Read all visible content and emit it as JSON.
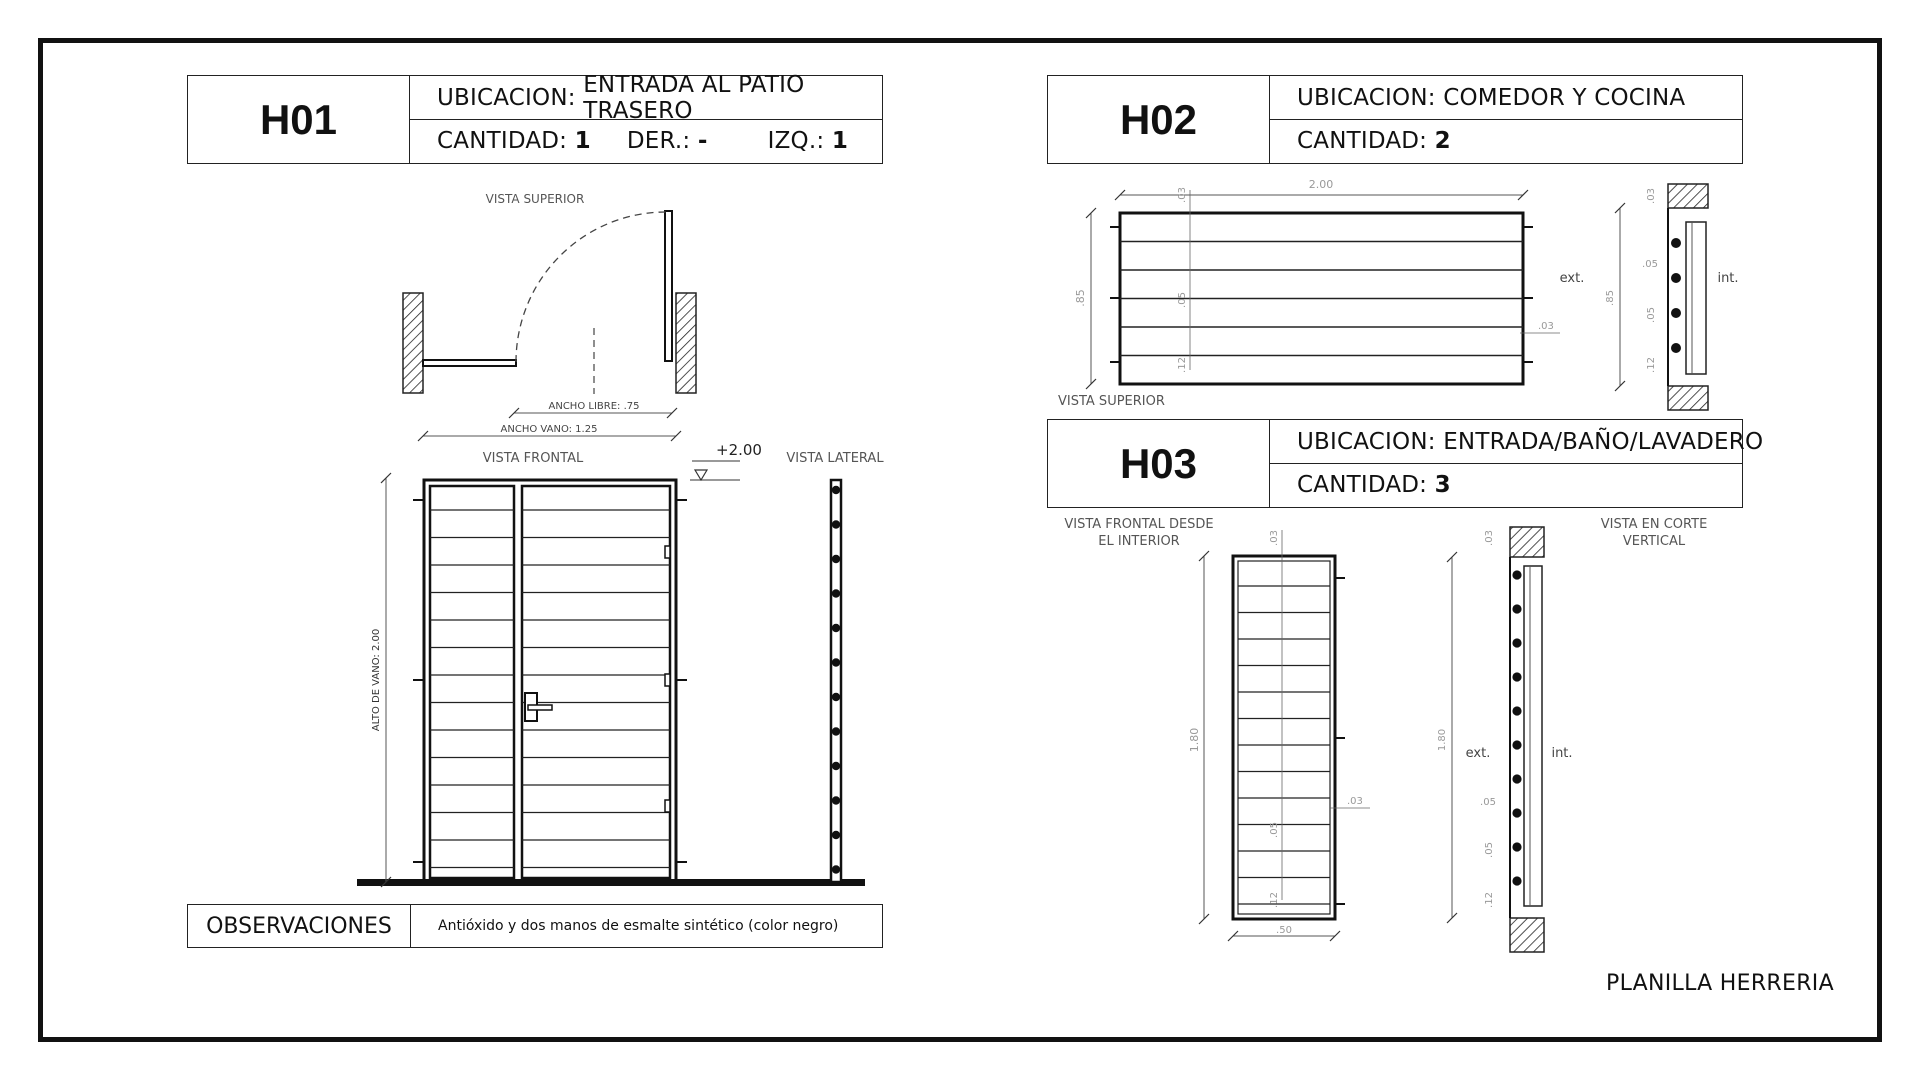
{
  "sheet_title": "PLANILLA HERRERIA",
  "h01": {
    "code": "H01",
    "ubicacion_label": "UBICACION:",
    "ubicacion": "ENTRADA AL PATIO TRASERO",
    "cantidad_label": "CANTIDAD:",
    "cantidad": "1",
    "der_label": "DER.:",
    "der": "-",
    "izq_label": "IZQ.:",
    "izq": "1",
    "vista_superior": "VISTA SUPERIOR",
    "vista_frontal": "VISTA FRONTAL",
    "vista_lateral": "VISTA LATERAL",
    "ancho_libre": "ANCHO LIBRE: .75",
    "ancho_vano": "ANCHO VANO: 1.25",
    "alto_vano": "ALTO DE VANO: 2.00",
    "level": "+2.00",
    "observaciones_label": "OBSERVACIONES",
    "observaciones": "Antióxido y dos manos de esmalte sintético (color negro)"
  },
  "h02": {
    "code": "H02",
    "ubicacion_label": "UBICACION:",
    "ubicacion": "COMEDOR Y COCINA",
    "cantidad_label": "CANTIDAD:",
    "cantidad": "2",
    "vista_superior": "VISTA SUPERIOR",
    "dim_width": "2.00",
    "dim_height": ".85",
    "dim_03a": ".03",
    "dim_05": ".05",
    "dim_12": ".12",
    "dim_03b": ".03",
    "ext": "ext.",
    "int": "int.",
    "sec_03": ".03",
    "sec_05a": ".05",
    "sec_05b": ".05",
    "sec_12": ".12",
    "sec_85": ".85"
  },
  "h03": {
    "code": "H03",
    "ubicacion_label": "UBICACION:",
    "ubicacion": "ENTRADA/BAÑO/LAVADERO",
    "cantidad_label": "CANTIDAD:",
    "cantidad": "3",
    "vista_frontal_1": "VISTA FRONTAL DESDE",
    "vista_frontal_2": "EL INTERIOR",
    "vista_corte_1": "VISTA EN CORTE",
    "vista_corte_2": "VERTICAL",
    "dim_height": "1.80",
    "dim_width": ".50",
    "dim_03a": ".03",
    "dim_05": ".05",
    "dim_12": ".12",
    "dim_03b": ".03",
    "ext": "ext.",
    "int": "int.",
    "sec_03": ".03",
    "sec_05a": ".05",
    "sec_05b": ".05",
    "sec_12": ".12",
    "sec_180": "1.80"
  }
}
